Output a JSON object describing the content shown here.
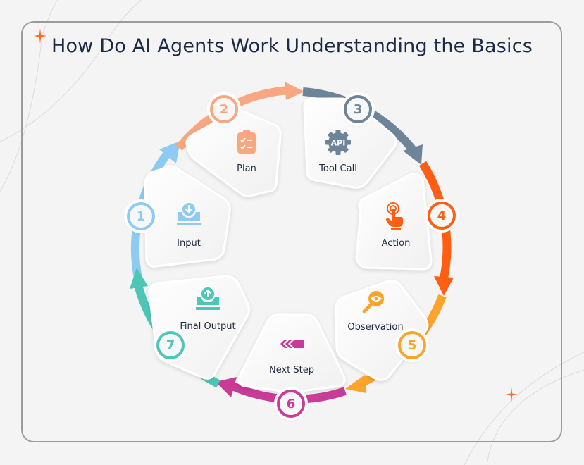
{
  "title": "How Do AI Agents Work Understanding the Basics",
  "colors": {
    "background": "#f4f4f4",
    "frame_border": "#9b9b9b",
    "title_text": "#1c2a44",
    "label_text": "#1f2a40",
    "sparkle": "#ff6a1a"
  },
  "steps": [
    {
      "number": "1",
      "label": "Input",
      "icon": "download-tray-icon",
      "color": "#8ecbf2"
    },
    {
      "number": "2",
      "label": "Plan",
      "icon": "clipboard-checklist-icon",
      "color": "#f8a781"
    },
    {
      "number": "3",
      "label": "Tool Call",
      "icon": "api-gear-icon",
      "color": "#6e8499"
    },
    {
      "number": "4",
      "label": "Action",
      "icon": "tap-hand-icon",
      "color": "#ff5e14"
    },
    {
      "number": "5",
      "label": "Observation",
      "icon": "magnifier-eye-icon",
      "color": "#fba42c"
    },
    {
      "number": "6",
      "label": "Next Step",
      "icon": "chevrons-left-icon",
      "color": "#c93b97"
    },
    {
      "number": "7",
      "label": "Final Output",
      "icon": "upload-tray-icon",
      "color": "#4ec6b6"
    }
  ]
}
